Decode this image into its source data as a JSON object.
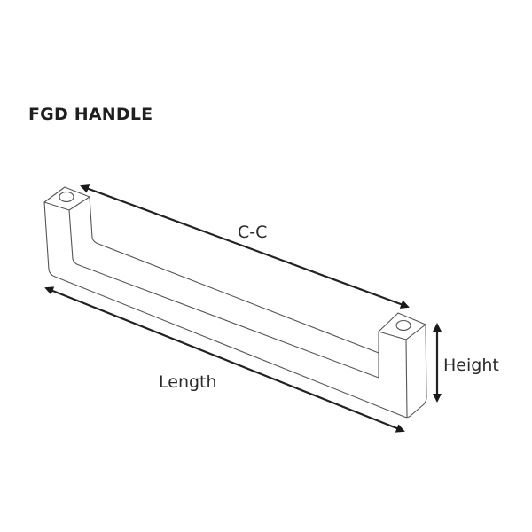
{
  "title": "FGD HANDLE",
  "labels": {
    "cc": "C-C",
    "length": "Length",
    "height": "Height"
  },
  "colors": {
    "outline": "#555555",
    "dimension_arrow": "#222222",
    "text": "#2a2a2a",
    "background": "#ffffff"
  }
}
